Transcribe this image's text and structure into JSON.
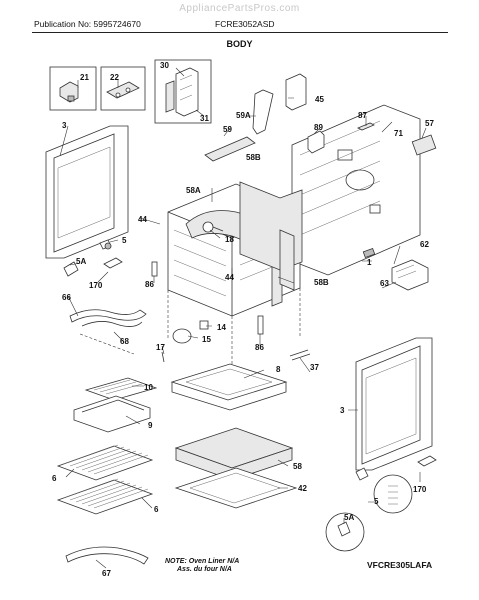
{
  "header": {
    "watermark": "AppliancePartsPros.com",
    "publication": "Publication No: 5995724670",
    "model": "FCRE3052ASD",
    "section": "BODY"
  },
  "callouts": [
    "21",
    "22",
    "30",
    "31",
    "45",
    "59A",
    "59",
    "58B",
    "87",
    "71",
    "57",
    "89",
    "3",
    "58A",
    "44",
    "18",
    "5",
    "5A",
    "170",
    "86",
    "44",
    "58B",
    "1",
    "62",
    "63",
    "66",
    "68",
    "14",
    "15",
    "17",
    "86",
    "37",
    "8",
    "10",
    "9",
    "3",
    "6",
    "6",
    "58",
    "42",
    "5",
    "5A",
    "170",
    "67"
  ],
  "note": {
    "line1": "NOTE: Oven Liner N/A",
    "line2": "Ass. du four N/A"
  },
  "diagram_code": "VFCRE305LAFA"
}
